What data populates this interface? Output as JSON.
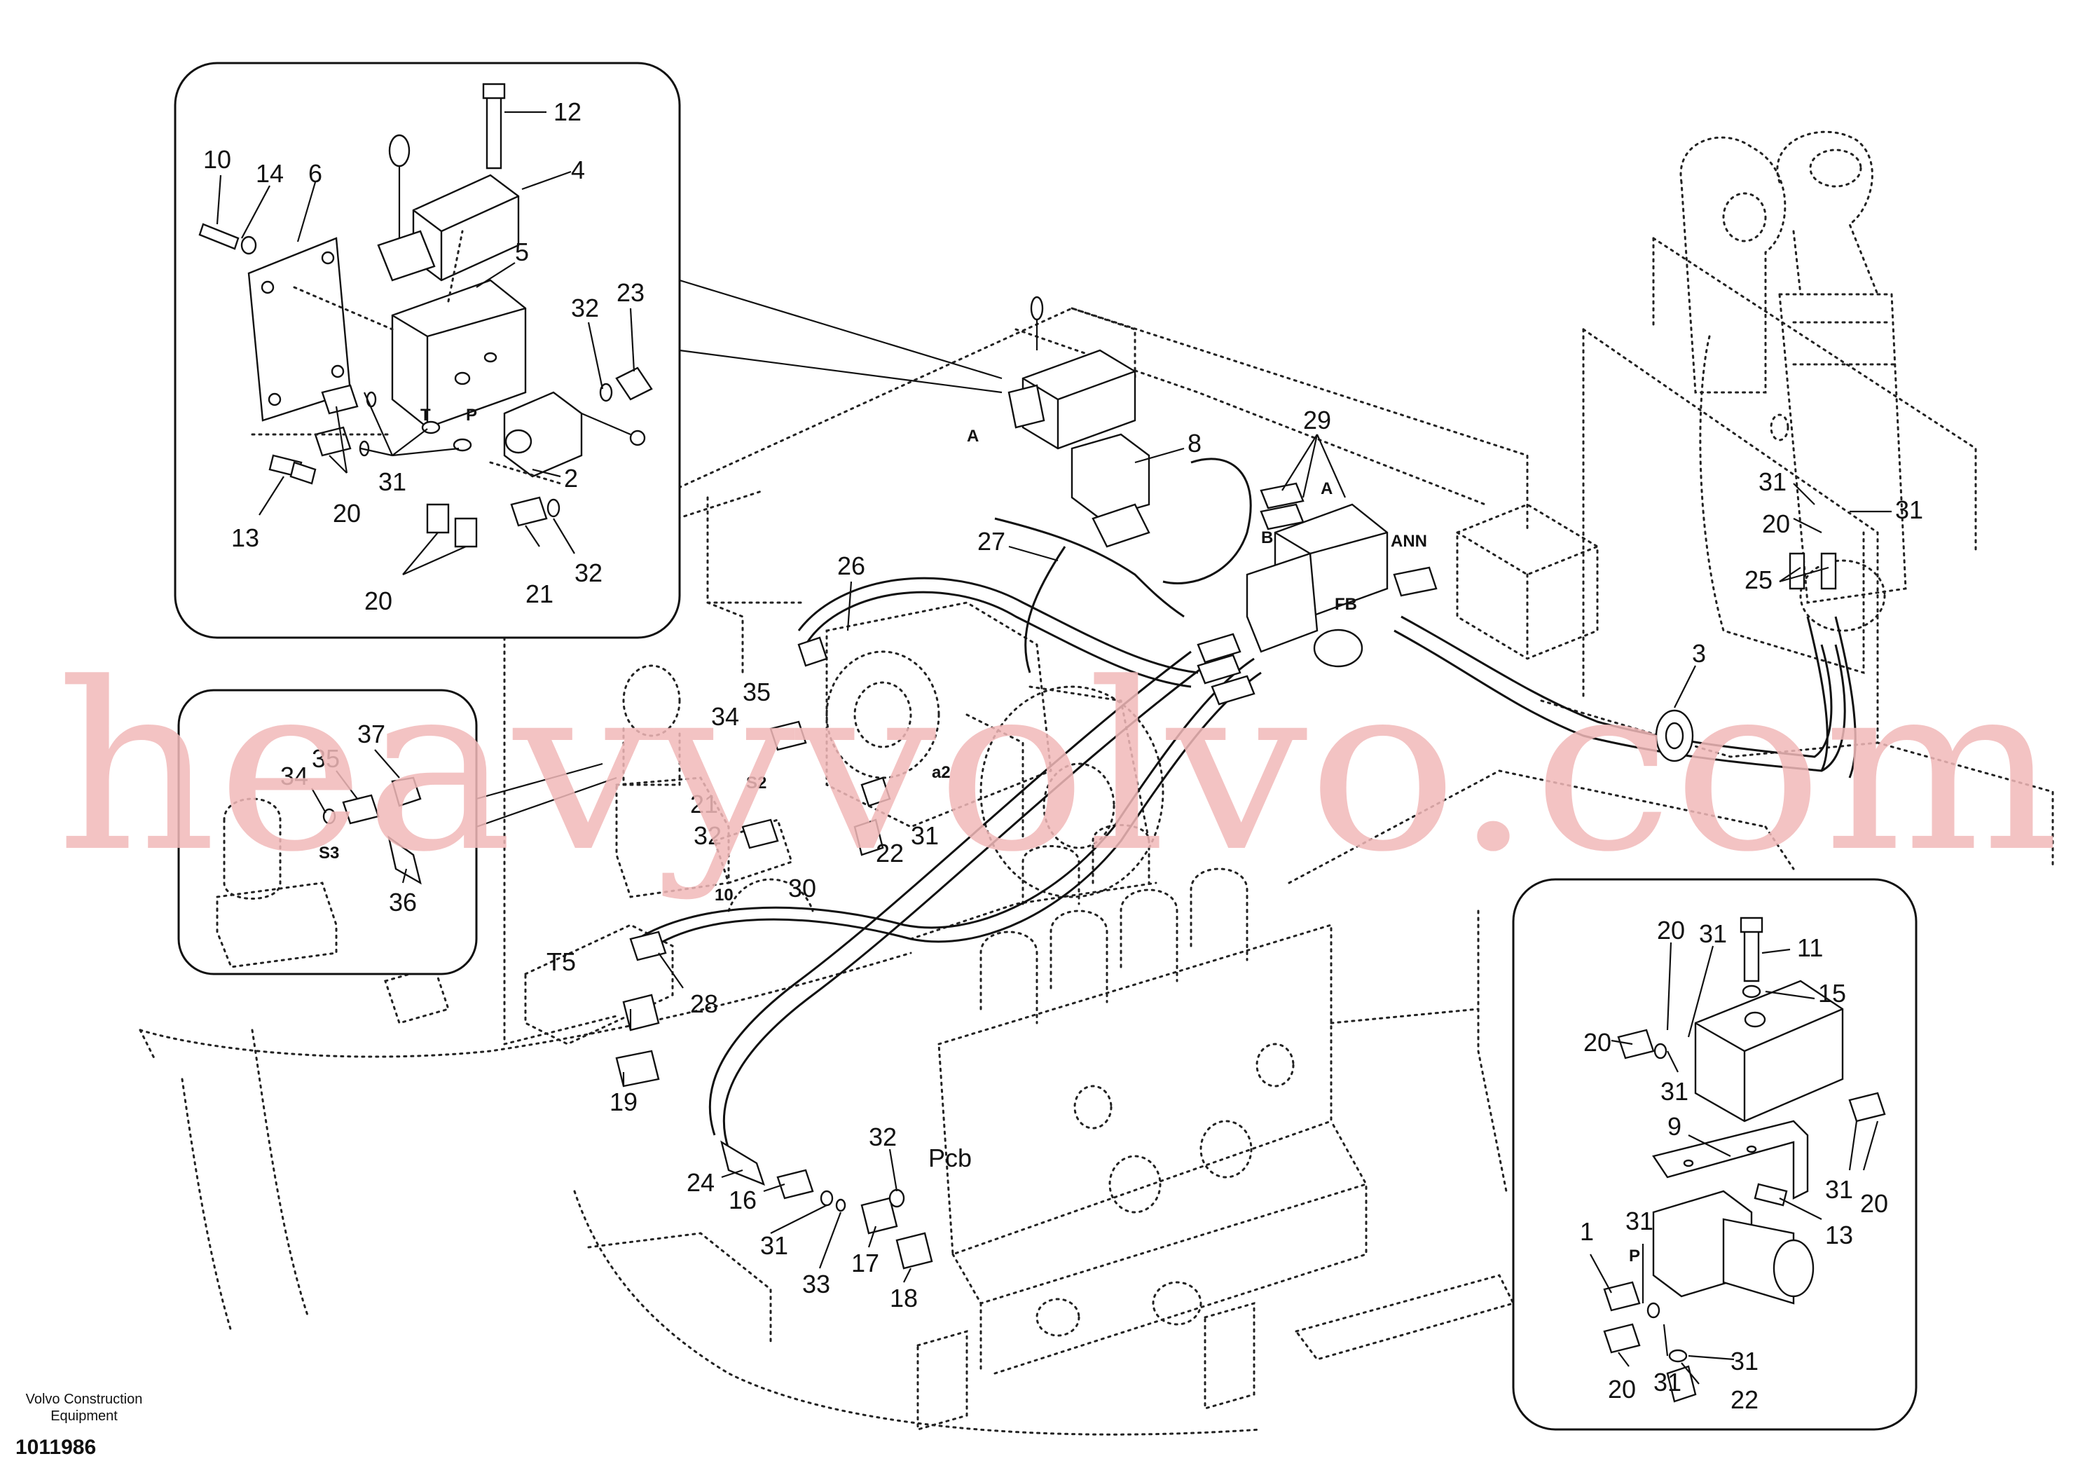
{
  "watermark": "heavyvolvo.com",
  "footer": {
    "brand_line1": "Volvo Construction",
    "brand_line2": "Equipment",
    "drawing_number": "1011986"
  },
  "callouts": {
    "inset_top_left": [
      "12",
      "4",
      "10",
      "14",
      "6",
      "5",
      "32",
      "23",
      "2",
      "31",
      "20",
      "13",
      "20",
      "21",
      "32"
    ],
    "inset_left": [
      "37",
      "35",
      "34",
      "S3",
      "36"
    ],
    "inset_right": [
      "20",
      "31",
      "11",
      "15",
      "20",
      "31",
      "9",
      "13",
      "31",
      "1",
      "31",
      "20",
      "31",
      "22",
      "31",
      "20"
    ],
    "main": [
      "29",
      "8",
      "27",
      "26",
      "35",
      "34",
      "S2",
      "a2",
      "21",
      "22",
      "31",
      "32",
      "10",
      "30",
      "T5",
      "28",
      "19",
      "3",
      "31",
      "31",
      "20",
      "25",
      "24",
      "16",
      "31",
      "33",
      "17",
      "18",
      "32",
      "Pcb"
    ]
  },
  "port_labels": {
    "T": "T",
    "P": "P",
    "A": "A",
    "B": "B",
    "ANN": "ANN",
    "FB": "FB"
  }
}
